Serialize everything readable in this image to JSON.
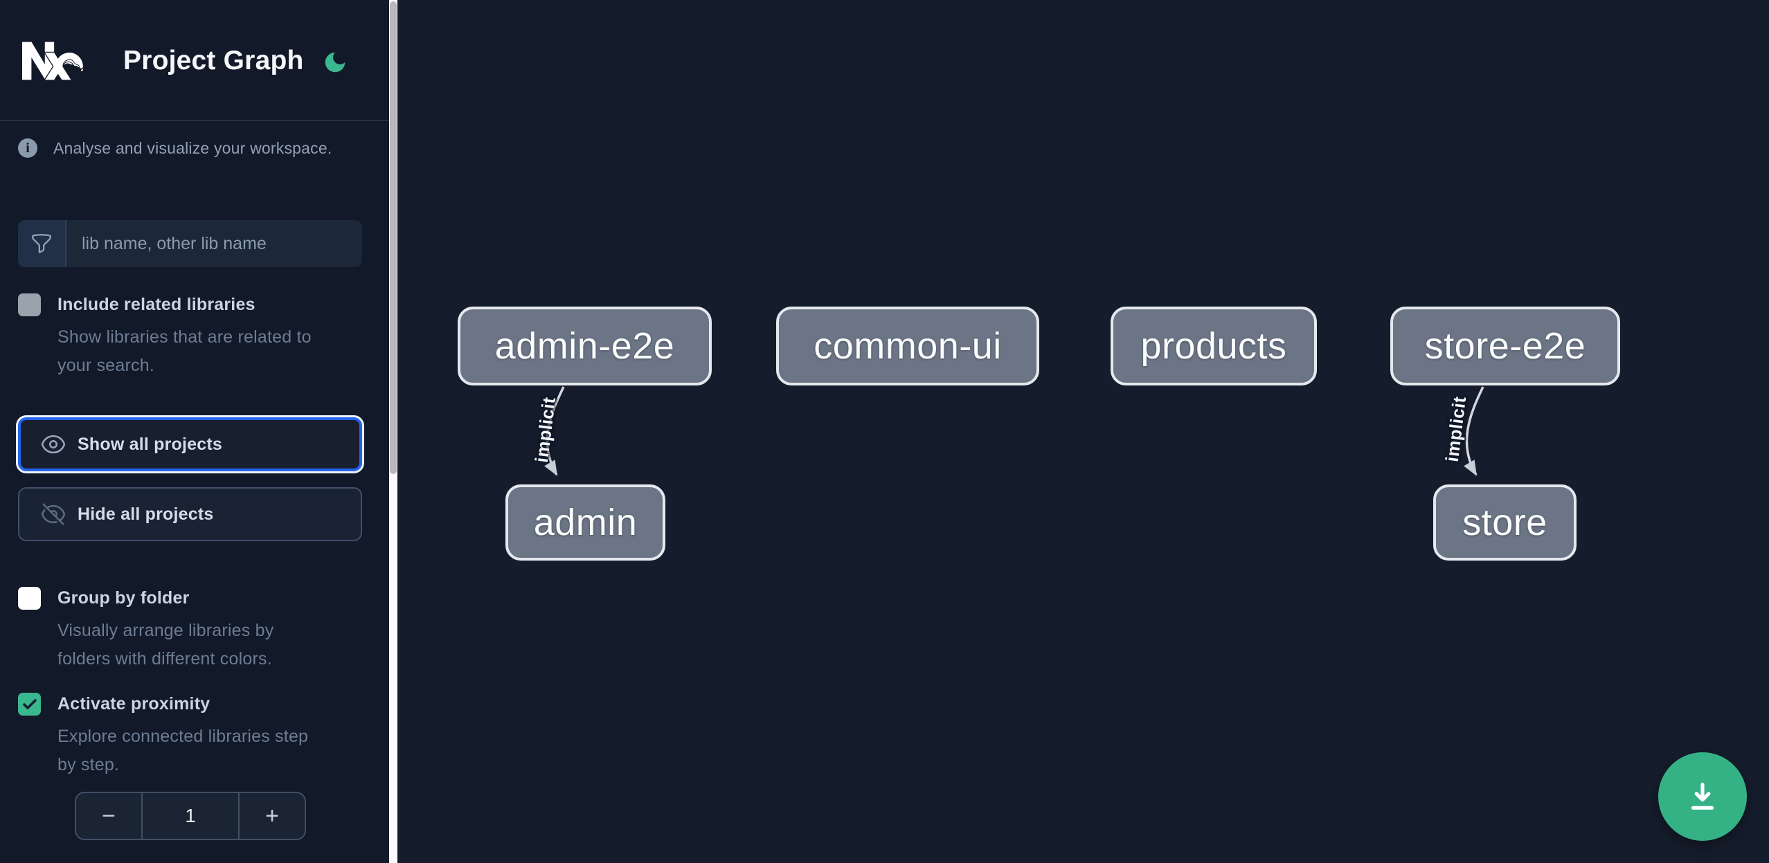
{
  "header": {
    "title": "Project Graph",
    "logo_icon": "nx-logo",
    "theme_toggle_icon": "moon-icon",
    "accent_green": "#3ab78f"
  },
  "sidebar": {
    "tagline": "Analyse and visualize your workspace.",
    "tagline_icon": "info-icon",
    "search": {
      "icon": "funnel-icon",
      "placeholder": "lib name, other lib name",
      "value": ""
    },
    "include_related": {
      "label": "Include related libraries",
      "description": "Show libraries that are related to\nyour search.",
      "checked": false,
      "enabled": false
    },
    "show_all": {
      "label": "Show all projects",
      "icon": "eye-icon",
      "focused": true,
      "focus_ring_color": "#2563eb"
    },
    "hide_all": {
      "label": "Hide all projects",
      "icon": "eye-off-icon"
    },
    "group_by_folder": {
      "label": "Group by folder",
      "description": "Visually arrange libraries by\nfolders with different colors.",
      "checked": false
    },
    "activate_proximity": {
      "label": "Activate proximity",
      "description": "Explore connected libraries step\nby step.",
      "checked": true,
      "checkbox_color": "#3ab78f"
    },
    "proximity_stepper": {
      "decrement_label": "−",
      "value": "1",
      "increment_label": "+"
    }
  },
  "graph": {
    "nodes": [
      {
        "label": "admin-e2e"
      },
      {
        "label": "common-ui"
      },
      {
        "label": "products"
      },
      {
        "label": "store-e2e"
      },
      {
        "label": "admin"
      },
      {
        "label": "store"
      }
    ],
    "edges": [
      {
        "source": "admin-e2e",
        "target": "admin",
        "label": "implicit"
      },
      {
        "source": "store-e2e",
        "target": "store",
        "label": "implicit"
      }
    ],
    "node_fill": "#6b7585",
    "node_border": "#e5e9ee",
    "edge_color": "#d2d8de",
    "background": "#151c2b"
  },
  "fab": {
    "icon": "download-icon",
    "color": "#34b286"
  }
}
